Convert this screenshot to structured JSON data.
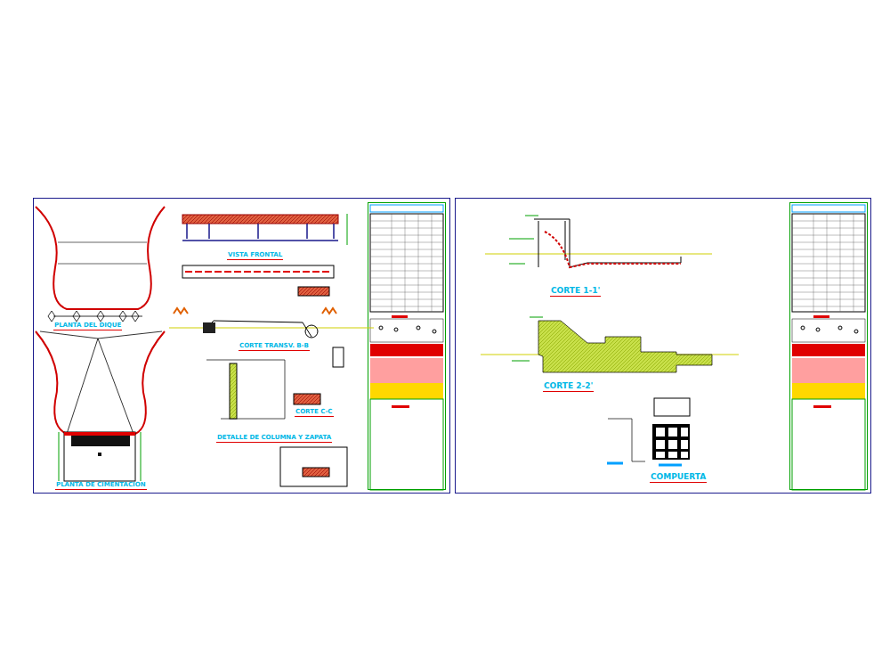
{
  "diagram": {
    "labels": [
      "PLANTA DEL DIQUE",
      "PLANTA DE CIMENTACION",
      "VISTA FRONTAL",
      "CORTE TRANSV. B-B",
      "DETALLE DE COLUMNA Y ZAPATA",
      "CORTE C-C",
      "CORTE 1-1'",
      "CORTE 2-2'",
      "COMPUERTA"
    ]
  }
}
